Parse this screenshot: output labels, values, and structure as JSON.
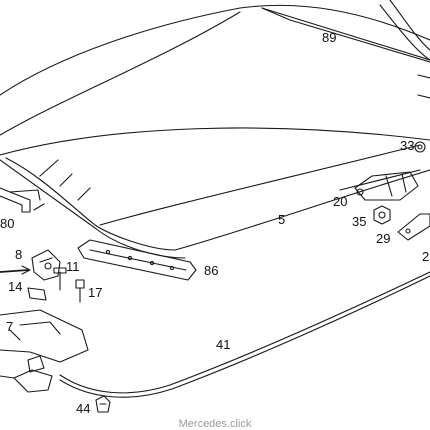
{
  "diagram": {
    "part_labels": {
      "p89": "89",
      "p33": "33",
      "p20": "20",
      "p35": "35",
      "p29": "29",
      "p2": "2",
      "p5": "5",
      "p80": "80",
      "p8": "8",
      "p11": "11",
      "p14": "14",
      "p17": "17",
      "p86": "86",
      "p41": "41",
      "p44": "44",
      "p7": "7"
    },
    "watermark": "Mercedes.click"
  },
  "colors": {
    "line": "#1a1a1a",
    "background": "#ffffff",
    "watermark": "#9a9a9a"
  }
}
